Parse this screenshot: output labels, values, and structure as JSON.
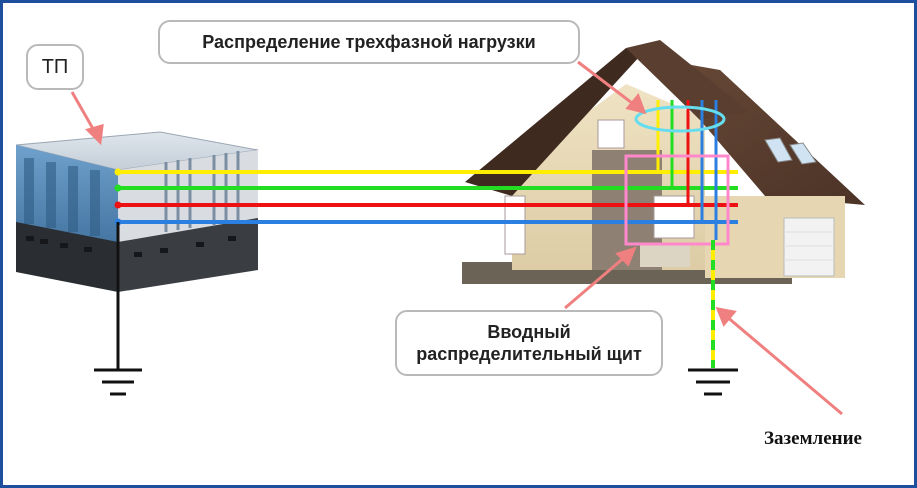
{
  "labels": {
    "tp": "ТП",
    "load_distribution": "Распределение трехфазной нагрузки",
    "panel_line1": "Вводный",
    "panel_line2": "распределительный щит",
    "grounding": "Заземление"
  },
  "colors": {
    "frame": "#1e4f9e",
    "phase_yellow": "#ffee00",
    "phase_green": "#22dd22",
    "phase_red": "#ee1111",
    "neutral_blue": "#2a7fe0",
    "arrow": "#f08080",
    "panel_highlight": "#ff88cc",
    "distribution_highlight": "#66ddee"
  },
  "icons": [
    "transformer-substation-icon",
    "house-icon",
    "ground-symbol-icon"
  ]
}
